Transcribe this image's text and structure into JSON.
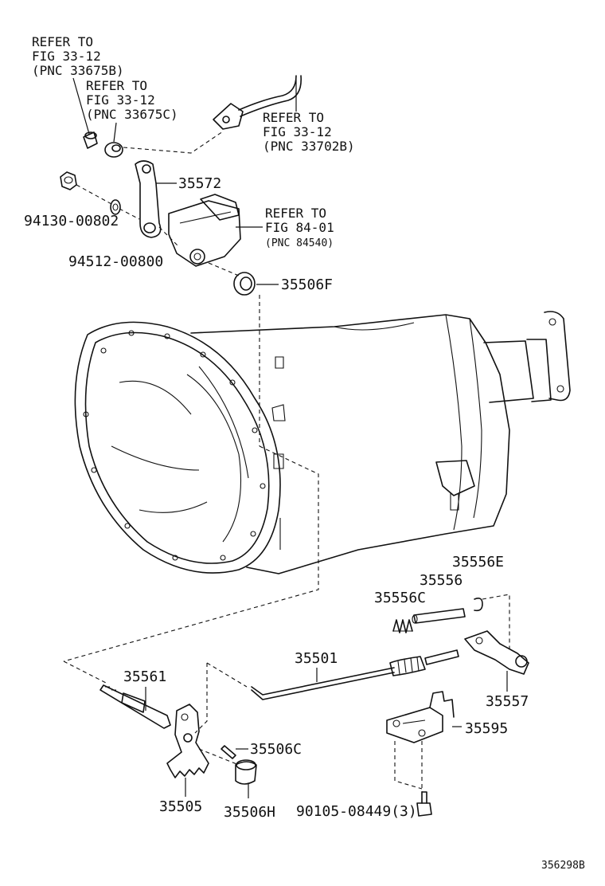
{
  "diagram": {
    "refs": [
      {
        "line1": "REFER TO",
        "line2": "FIG 33-12",
        "line3": "(PNC 33675B)"
      },
      {
        "line1": "REFER TO",
        "line2": "FIG 33-12",
        "line3": "(PNC 33675C)"
      },
      {
        "line1": "REFER TO",
        "line2": "FIG 33-12",
        "line3": "(PNC 33702B)"
      },
      {
        "line1": "REFER TO",
        "line2": "FIG 84-01",
        "line3": "(PNC 84540)"
      }
    ],
    "parts": {
      "p35572": "35572",
      "p94130": "94130-00802",
      "p94512": "94512-00800",
      "p35506F": "35506F",
      "p35556E": "35556E",
      "p35556": "35556",
      "p35556C": "35556C",
      "p35501": "35501",
      "p35561": "35561",
      "p35557": "35557",
      "p35595": "35595",
      "p35506C": "35506C",
      "p35505": "35505",
      "p35506H": "35506H",
      "p90105": "90105-08449(3)"
    },
    "code": "356298B"
  }
}
